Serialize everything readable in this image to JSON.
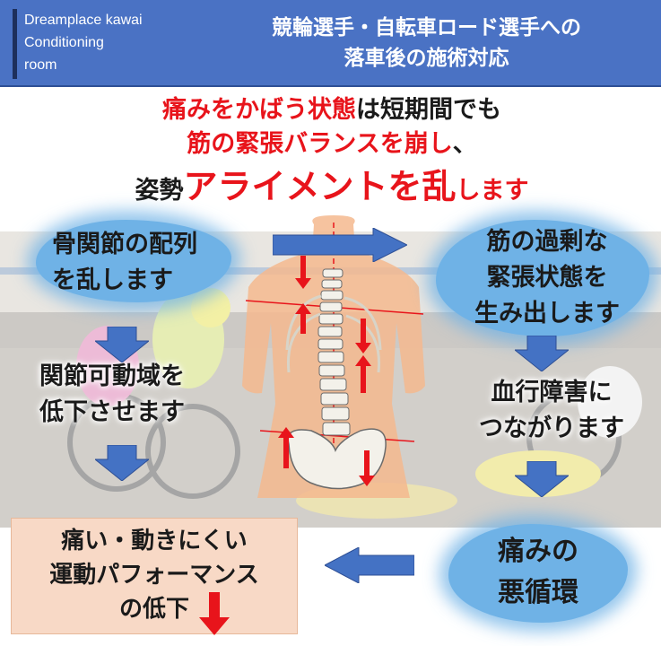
{
  "header": {
    "brand_lines": [
      "Dreamplace kawai",
      "Conditioning",
      "room"
    ],
    "title_line1": "競輪選手・自転車ロード選手への",
    "title_line2": "落車後の施術対応"
  },
  "intro": {
    "line1_red": "痛みをかばう状態",
    "line1_dark": "は短期間でも",
    "line2_red": "筋の緊張バランスを崩し",
    "line2_dark": "、",
    "line3_prefix": "姿勢",
    "line3_big": "アライメントを乱",
    "line3_suffix": "します"
  },
  "cycle": {
    "step_joint_alignment": [
      "骨関節の配列",
      "を乱します"
    ],
    "step_muscle_tension": [
      "筋の過剰な",
      "緊張状態を",
      "生み出します"
    ],
    "step_range_of_motion": [
      "関節可動域を",
      "低下させます"
    ],
    "step_circulation": [
      "血行障害に",
      "つながります"
    ],
    "step_vicious_cycle": [
      "痛みの",
      "悪循環"
    ],
    "result_lines": [
      "痛い・動きにくい",
      "運動パフォーマンス",
      "の低下"
    ]
  },
  "colors": {
    "header_bg": "#4a72c4",
    "arrow_blue": "#4472c4",
    "accent_red": "#e8141b",
    "cloud_blue": "#6fb2e6",
    "result_bg": "#f8d9c6",
    "body_skin": "#f5b88e"
  },
  "icons": {
    "flow_arrow": "arrow-icon",
    "down_red": "down-arrow-icon"
  }
}
